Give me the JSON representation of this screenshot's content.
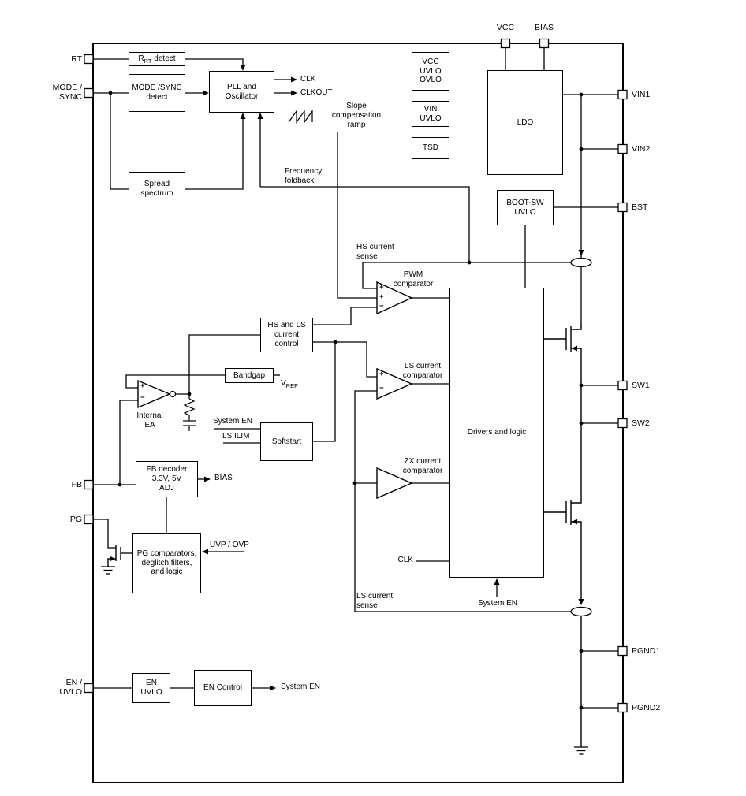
{
  "pins": {
    "top": [
      {
        "name": "VCC"
      },
      {
        "name": "BIAS"
      }
    ],
    "left": [
      {
        "name": "RT"
      },
      {
        "name": "MODE /\nSYNC"
      },
      {
        "name": "FB"
      },
      {
        "name": "PG"
      },
      {
        "name": "EN /\nUVLO"
      }
    ],
    "right": [
      {
        "name": "VIN1"
      },
      {
        "name": "VIN2"
      },
      {
        "name": "BST"
      },
      {
        "name": "SW1"
      },
      {
        "name": "SW2"
      },
      {
        "name": "PGND1"
      },
      {
        "name": "PGND2"
      }
    ]
  },
  "blocks": {
    "rt_detect": {
      "prefix": "R",
      "sub": "RT",
      "suffix": " detect"
    },
    "mode_sync_detect": "MODE /SYNC\ndetect",
    "pll_osc": "PLL and\nOscillator",
    "spread_spectrum": "Spread\nspectrum",
    "vcc_uvlo": "VCC\nUVLO\nOVLO",
    "vin_uvlo": "VIN\nUVLO",
    "tsd": "TSD",
    "ldo": "LDO",
    "boot_sw_uvlo": "BOOT-SW\nUVLO",
    "hs_ls_current_control": "HS and LS\ncurrent\ncontrol",
    "bandgap": "Bandgap",
    "softstart": "Softstart",
    "fb_decoder": "FB decoder\n3.3V, 5V\nADJ",
    "pg_comparators": "PG comparators,\ndeglitch filters,\nand logic",
    "en_uvlo": "EN\nUVLO",
    "en_control": "EN Control",
    "drivers_logic": "Drivers and logic"
  },
  "labels": {
    "clk": "CLK",
    "clkout": "CLKOUT",
    "slope_ramp": "Slope\ncompensation\nramp",
    "freq_foldback": "Frequency\nfoldback",
    "hs_current_sense": "HS current\nsense",
    "pwm_comparator": "PWM\ncomparator",
    "ls_comparator": "LS current\ncomparator",
    "zx_comparator": "ZX current\ncomparator",
    "internal_ea": "Internal\nEA",
    "system_en_softstart": "System EN",
    "ls_ilim": "LS ILIM",
    "bias_internal": "BIAS",
    "vref": {
      "prefix": "V",
      "sub": "REF"
    },
    "uvp_ovp": "UVP / OVP",
    "clk_input": "CLK",
    "system_en_drivers": "System EN",
    "ls_current_sense": "LS current\nsense",
    "system_en_output": "System EN"
  },
  "symbols": {
    "plus": "+",
    "minus": "−"
  },
  "colors": {
    "line": "#000000",
    "background": "#ffffff",
    "block_fill": "#ffffff"
  }
}
